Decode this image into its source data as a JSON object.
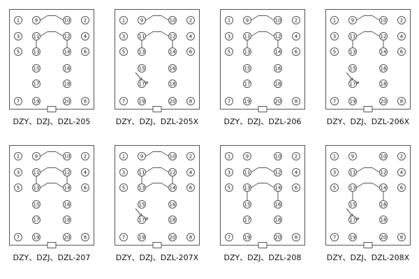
{
  "pointer_label": "P",
  "terminal_rows": [
    [
      "1",
      "9",
      "10",
      "2"
    ],
    [
      "3",
      "11",
      "12",
      "4"
    ],
    [
      "5",
      "13",
      "14",
      "6"
    ],
    [
      "",
      "15",
      "16",
      ""
    ],
    [
      "",
      "17",
      "18",
      ""
    ],
    [
      "7",
      "19",
      "20",
      "8"
    ]
  ],
  "panels": [
    {
      "model": "DZL-205",
      "label": "DZY、DZJ、DZL-205",
      "has_pointer": false,
      "arm_rows": [
        0,
        1
      ],
      "links": [
        [
          1,
          2
        ]
      ]
    },
    {
      "model": "DZL-205X",
      "label": "DZY、DZJ、DZL-205X",
      "has_pointer": true,
      "arm_rows": [
        0,
        1
      ],
      "links": [
        [
          1,
          2
        ]
      ]
    },
    {
      "model": "DZL-206",
      "label": "DZY、DZJ、DZL-206",
      "has_pointer": false,
      "arm_rows": [
        0,
        1
      ],
      "links": [
        [
          1,
          2
        ]
      ]
    },
    {
      "model": "DZL-206X",
      "label": "DZY、DZJ、DZL-206X",
      "has_pointer": true,
      "arm_rows": [
        0,
        1
      ],
      "links": [
        [
          1,
          2
        ]
      ]
    },
    {
      "model": "DZL-207",
      "label": "DZY、DZJ、DZL-207",
      "has_pointer": false,
      "arm_rows": [
        0,
        1,
        2
      ],
      "links": [
        [
          1,
          2
        ]
      ]
    },
    {
      "model": "DZL-207X",
      "label": "DZY、DZJ、DZL-207X",
      "has_pointer": true,
      "arm_rows": [
        0,
        1,
        2
      ],
      "links": [
        [
          1,
          2
        ]
      ]
    },
    {
      "model": "DZL-208",
      "label": "DZY、DZJ、DZL-208",
      "has_pointer": false,
      "arm_rows": [
        1,
        2
      ],
      "links": [
        [
          2,
          3
        ]
      ]
    },
    {
      "model": "DZL-208X",
      "label": "DZY、DZJ、DZL-208X",
      "has_pointer": true,
      "arm_rows": [
        1,
        2
      ],
      "links": [
        [
          2,
          3
        ]
      ]
    }
  ]
}
